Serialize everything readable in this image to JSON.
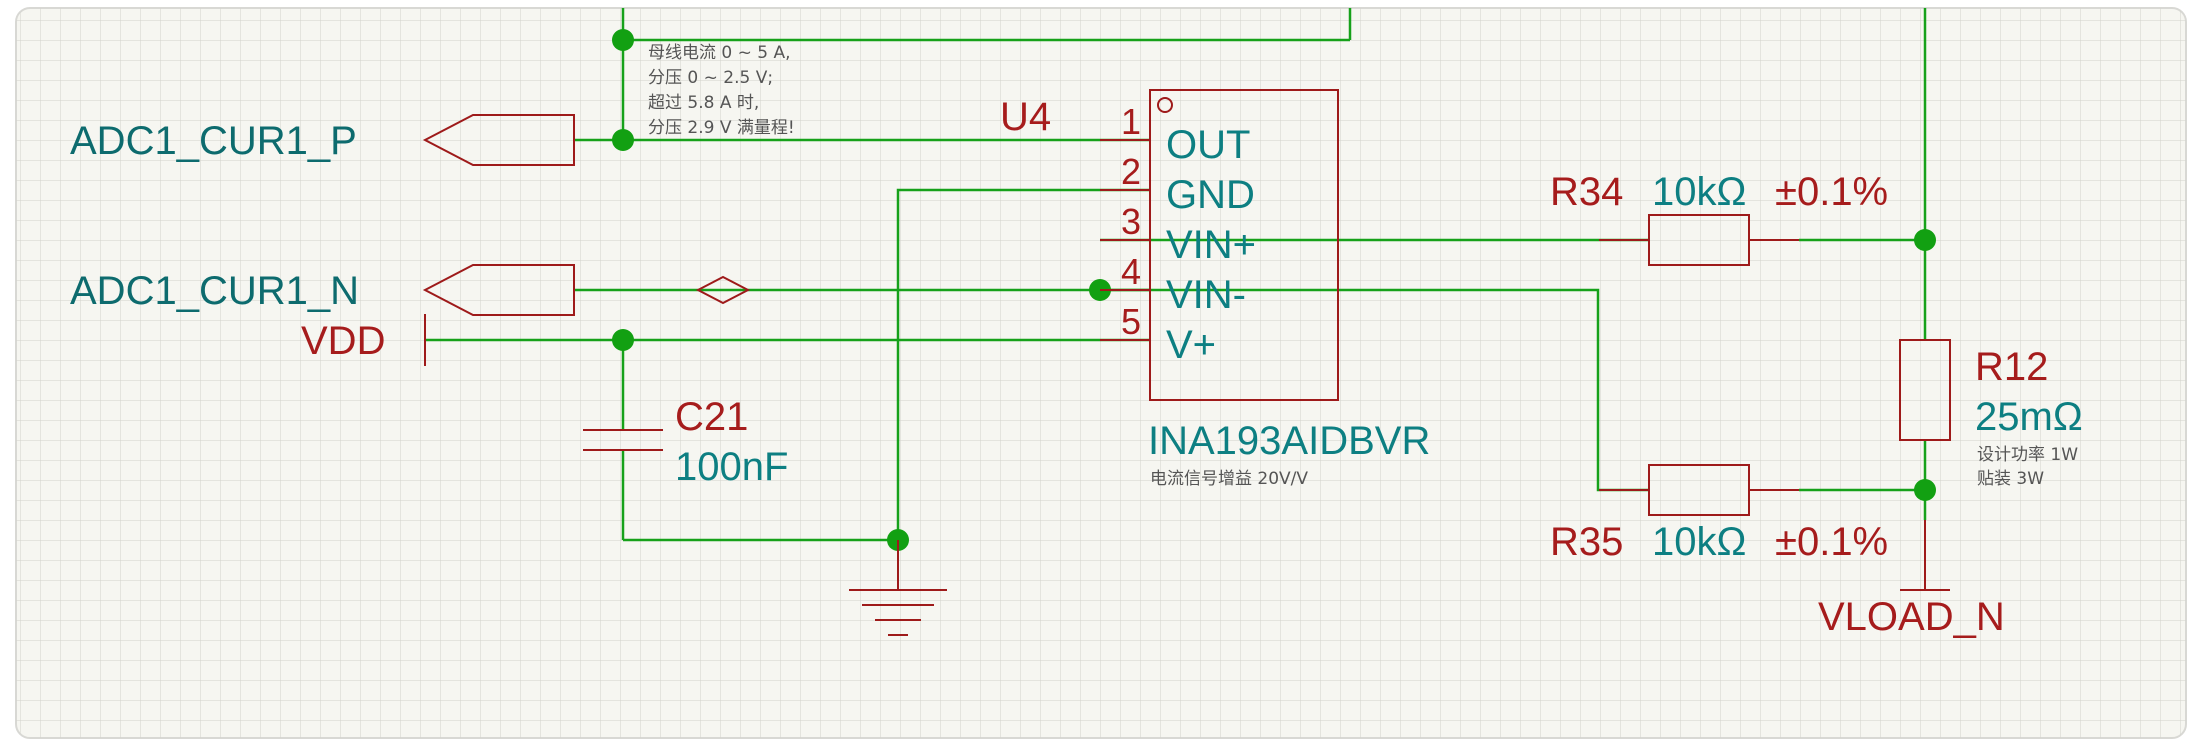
{
  "note": {
    "lines": [
      "母线电流 0 ~ 5 A,",
      "分压 0 ~ 2.5 V;",
      "超过 5.8 A 时,",
      "分压 2.9 V 满量程!"
    ]
  },
  "ports": {
    "adc_p": "ADC1_CUR1_P",
    "adc_n": "ADC1_CUR1_N",
    "vdd": "VDD",
    "vload_n": "VLOAD_N"
  },
  "u4": {
    "designator": "U4",
    "part": "INA193AIDBVR",
    "description": "电流信号增益 20V/V",
    "pins": [
      {
        "num": "1",
        "name": "OUT"
      },
      {
        "num": "2",
        "name": "GND"
      },
      {
        "num": "3",
        "name": "VIN+"
      },
      {
        "num": "4",
        "name": "VIN-"
      },
      {
        "num": "5",
        "name": "V+"
      }
    ]
  },
  "c21": {
    "designator": "C21",
    "value": "100nF"
  },
  "r34": {
    "designator": "R34",
    "value": "10kΩ",
    "tolerance": "±0.1%"
  },
  "r35": {
    "designator": "R35",
    "value": "10kΩ",
    "tolerance": "±0.1%"
  },
  "r12": {
    "designator": "R12",
    "value": "25mΩ",
    "note1": "设计功率  1W",
    "note2": "贴装 3W"
  }
}
